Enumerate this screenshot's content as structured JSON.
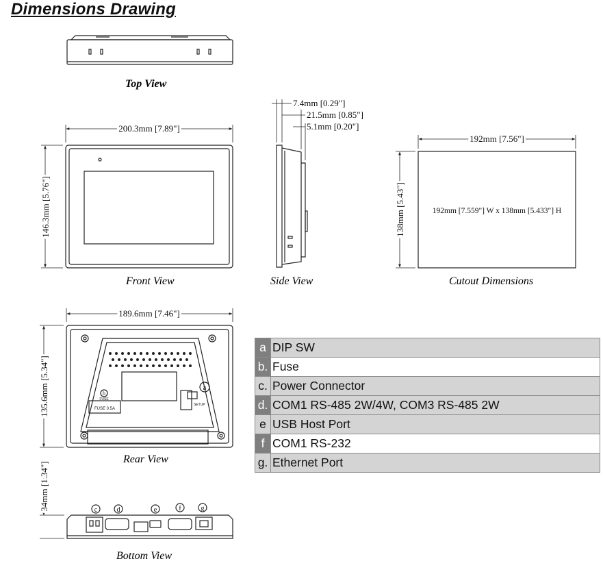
{
  "title": "Dimensions Drawing",
  "views": {
    "top": "Top View",
    "front": "Front View",
    "side": "Side View",
    "cutout": "Cutout Dimensions",
    "rear": "Rear View",
    "bottom": "Bottom View"
  },
  "dimensions": {
    "front_width": "200.3mm [7.89\"]",
    "front_height": "146.3mm [5.76\"]",
    "side_d1": "7.4mm [0.29\"]",
    "side_d2": "21.5mm [0.85\"]",
    "side_d3": "5.1mm [0.20\"]",
    "cutout_width": "192mm [7.56\"]",
    "cutout_height": "138mm [5.43\"]",
    "cutout_note": "192mm [7.559\"] W x 138mm [5.433\"] H",
    "rear_width": "189.6mm [7.46\"]",
    "rear_height": "135.6mm [5.34\"]",
    "bottom_height": "34mm [1.34\"]"
  },
  "markers": [
    "a",
    "b",
    "c",
    "d",
    "e",
    "f",
    "g"
  ],
  "rear_labels": {
    "fuse": "FUSE 0.5A",
    "b_tag": "FUSE",
    "dip": "SETUP"
  },
  "connectors": [
    {
      "key": "a",
      "label": "DIP SW"
    },
    {
      "key": "b.",
      "label": "Fuse"
    },
    {
      "key": "c.",
      "label": "Power Connector"
    },
    {
      "key": "d.",
      "label": "COM1 RS-485 2W/4W, COM3 RS-485 2W"
    },
    {
      "key": "e",
      "label": "USB Host Port"
    },
    {
      "key": "f",
      "label": "COM1 RS-232"
    },
    {
      "key": "g.",
      "label": "Ethernet Port"
    }
  ],
  "colors": {
    "line": "#222222",
    "table_shade": "#d4d4d4",
    "key_shade": "#7f7f7f"
  }
}
